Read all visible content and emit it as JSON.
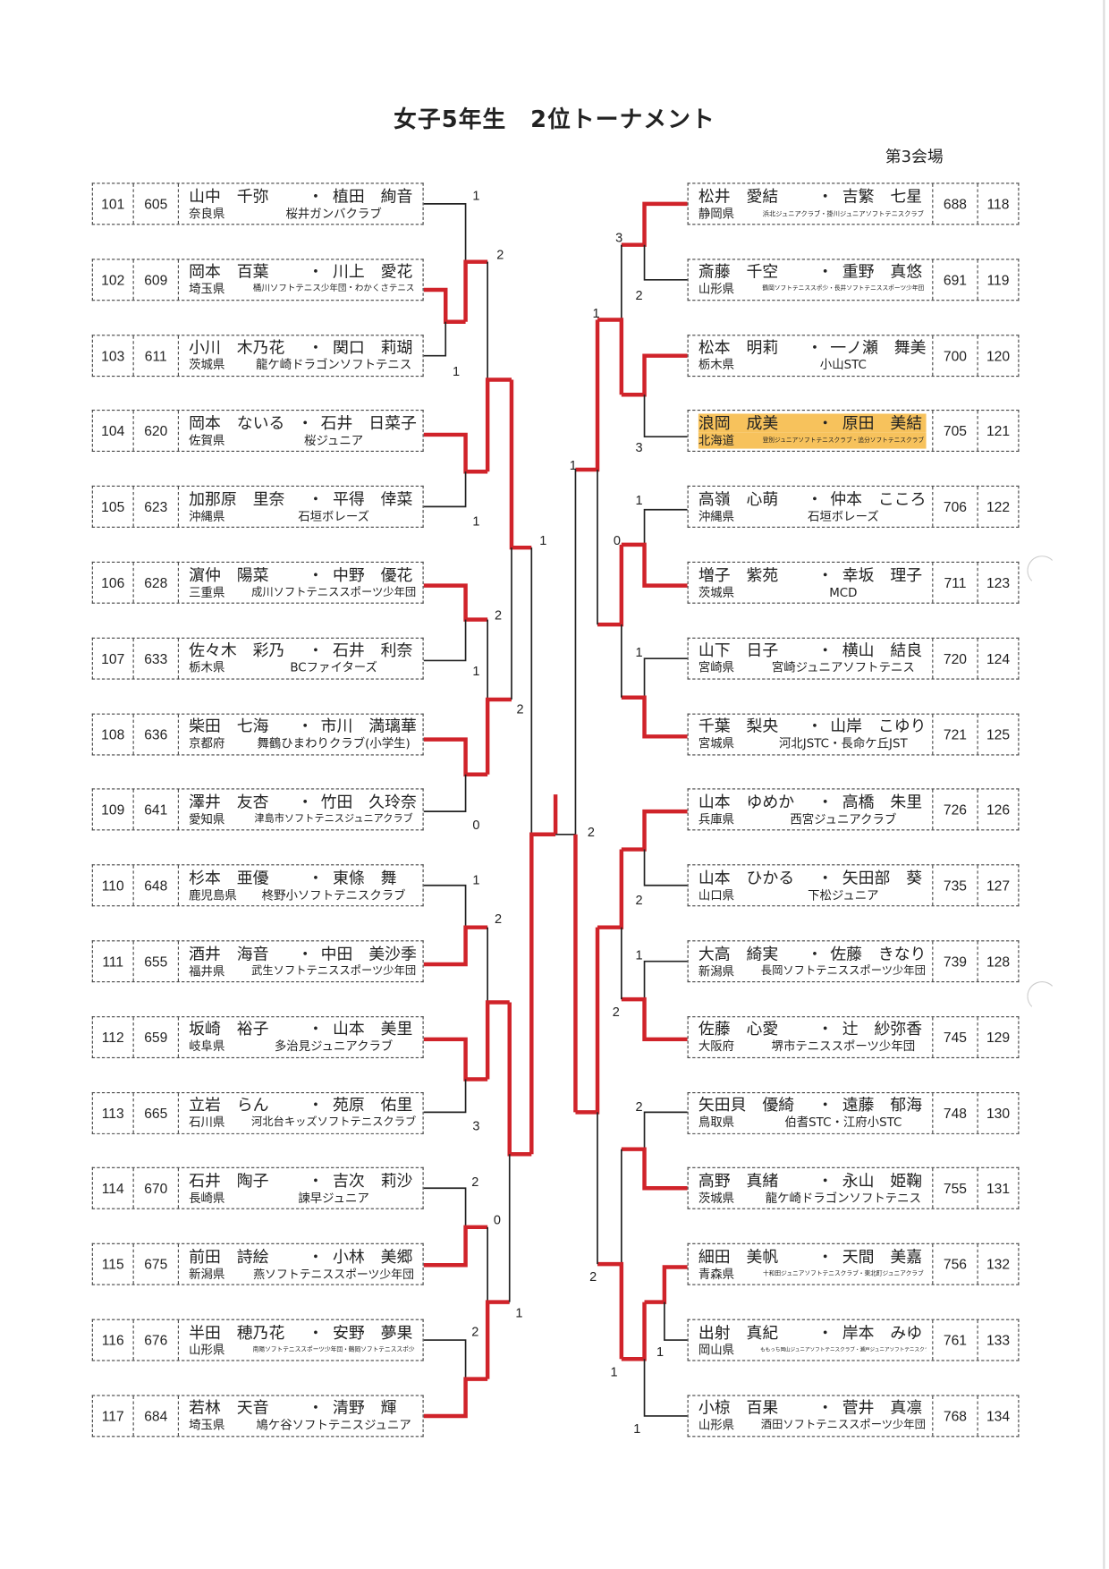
{
  "title": "女子5年生　2位トーナメント",
  "venue": "第3会場",
  "colors": {
    "winner_line": "#d0232a",
    "loser_line": "#222222",
    "highlight": "#f7c25c"
  },
  "left": [
    {
      "seed": "101",
      "num": "605",
      "name1": "山中　千弥",
      "name2": "植田　絢音",
      "pref": "奈良県",
      "club": "桜井ガンバクラブ"
    },
    {
      "seed": "102",
      "num": "609",
      "name1": "岡本　百葉",
      "name2": "川上　愛花",
      "pref": "埼玉県",
      "club": "桶川ソフトテニス少年団・わかくさテニス"
    },
    {
      "seed": "103",
      "num": "611",
      "name1": "小川　木乃花",
      "name2": "関口　莉瑚",
      "pref": "茨城県",
      "club": "龍ケ崎ドラゴンソフトテニス"
    },
    {
      "seed": "104",
      "num": "620",
      "name1": "岡本　ないる",
      "name2": "石井　日菜子",
      "pref": "佐賀県",
      "club": "桜ジュニア"
    },
    {
      "seed": "105",
      "num": "623",
      "name1": "加那原　里奈",
      "name2": "平得　倖菜",
      "pref": "沖縄県",
      "club": "石垣ボレーズ"
    },
    {
      "seed": "106",
      "num": "628",
      "name1": "濵仲　陽菜",
      "name2": "中野　優花",
      "pref": "三重県",
      "club": "成川ソフトテニススポーツ少年団"
    },
    {
      "seed": "107",
      "num": "633",
      "name1": "佐々木　彩乃",
      "name2": "石井　利奈",
      "pref": "栃木県",
      "club": "BCファイターズ"
    },
    {
      "seed": "108",
      "num": "636",
      "name1": "柴田　七海",
      "name2": "市川　満璃華",
      "pref": "京都府",
      "club": "舞鶴ひまわりクラブ(小学生)"
    },
    {
      "seed": "109",
      "num": "641",
      "name1": "澤井　友杏",
      "name2": "竹田　久玲奈",
      "pref": "愛知県",
      "club": "津島市ソフトテニスジュニアクラブ"
    },
    {
      "seed": "110",
      "num": "648",
      "name1": "杉本　亜優",
      "name2": "東條　舞",
      "pref": "鹿児島県",
      "club": "柊野小ソフトテニスクラブ"
    },
    {
      "seed": "111",
      "num": "655",
      "name1": "酒井　海音",
      "name2": "中田　美沙季",
      "pref": "福井県",
      "club": "武生ソフトテニススポーツ少年団"
    },
    {
      "seed": "112",
      "num": "659",
      "name1": "坂崎　裕子",
      "name2": "山本　美里",
      "pref": "岐阜県",
      "club": "多治見ジュニアクラブ"
    },
    {
      "seed": "113",
      "num": "665",
      "name1": "立岩　らん",
      "name2": "苑原　佑里",
      "pref": "石川県",
      "club": "河北台キッズソフトテニスクラブ"
    },
    {
      "seed": "114",
      "num": "670",
      "name1": "石井　陶子",
      "name2": "吉次　莉沙",
      "pref": "長崎県",
      "club": "諫早ジュニア"
    },
    {
      "seed": "115",
      "num": "675",
      "name1": "前田　詩絵",
      "name2": "小林　美郷",
      "pref": "新潟県",
      "club": "燕ソフトテニススポーツ少年団"
    },
    {
      "seed": "116",
      "num": "676",
      "name1": "半田　穂乃花",
      "name2": "安野　夢果",
      "pref": "山形県",
      "club": "南陽ソフトテニススポーツ少年団・鶴岡ソフトテニススポ少"
    },
    {
      "seed": "117",
      "num": "684",
      "name1": "若林　天音",
      "name2": "清野　輝",
      "pref": "埼玉県",
      "club": "鳩ケ谷ソフトテニスジュニア"
    }
  ],
  "right": [
    {
      "seed": "118",
      "num": "688",
      "name1": "松井　愛結",
      "name2": "吉繁　七星",
      "pref": "静岡県",
      "club": "浜北ジュニアクラブ・掛川ジュニアソフトテニスクラブ"
    },
    {
      "seed": "119",
      "num": "691",
      "name1": "斎藤　千空",
      "name2": "重野　真悠",
      "pref": "山形県",
      "club": "鶴岡ソフトテニススポ少・長井ソフトテニススポーツ少年団"
    },
    {
      "seed": "120",
      "num": "700",
      "name1": "松本　明莉",
      "name2": "一ノ瀬　舞美",
      "pref": "栃木県",
      "club": "小山STC"
    },
    {
      "seed": "121",
      "num": "705",
      "name1": "浪岡　成美",
      "name2": "原田　美結",
      "pref": "北海道",
      "club": "登別ジュニアソフトテニスクラブ・追分ソフトテニスクラブ",
      "highlight": true
    },
    {
      "seed": "122",
      "num": "706",
      "name1": "高嶺　心萌",
      "name2": "仲本　こころ",
      "pref": "沖縄県",
      "club": "石垣ボレーズ"
    },
    {
      "seed": "123",
      "num": "711",
      "name1": "増子　紫苑",
      "name2": "幸坂　理子",
      "pref": "茨城県",
      "club": "MCD"
    },
    {
      "seed": "124",
      "num": "720",
      "name1": "山下　日子",
      "name2": "横山　結良",
      "pref": "宮崎県",
      "club": "宮崎ジュニアソフトテニス"
    },
    {
      "seed": "125",
      "num": "721",
      "name1": "千葉　梨央",
      "name2": "山岸　こゆり",
      "pref": "宮城県",
      "club": "河北JSTC・長命ケ丘JST"
    },
    {
      "seed": "126",
      "num": "726",
      "name1": "山本　ゆめか",
      "name2": "高橋　朱里",
      "pref": "兵庫県",
      "club": "西宮ジュニアクラブ"
    },
    {
      "seed": "127",
      "num": "735",
      "name1": "山本　ひかる",
      "name2": "矢田部　葵",
      "pref": "山口県",
      "club": "下松ジュニア"
    },
    {
      "seed": "128",
      "num": "739",
      "name1": "大高　綺実",
      "name2": "佐藤　きなり",
      "pref": "新潟県",
      "club": "長岡ソフトテニススポーツ少年団"
    },
    {
      "seed": "129",
      "num": "745",
      "name1": "佐藤　心愛",
      "name2": "辻　紗弥香",
      "pref": "大阪府",
      "club": "堺市テニススポーツ少年団"
    },
    {
      "seed": "130",
      "num": "748",
      "name1": "矢田貝　優綺",
      "name2": "遠藤　郁海",
      "pref": "鳥取県",
      "club": "伯耆STC・江府小STC"
    },
    {
      "seed": "131",
      "num": "755",
      "name1": "高野　真緒",
      "name2": "永山　姫鞠",
      "pref": "茨城県",
      "club": "龍ケ崎ドラゴンソフトテニス"
    },
    {
      "seed": "132",
      "num": "756",
      "name1": "細田　美帆",
      "name2": "天間　美嘉",
      "pref": "青森県",
      "club": "十和田ジュニアソフトテニスクラブ・東北町ジュニアクラブ"
    },
    {
      "seed": "133",
      "num": "761",
      "name1": "出射　真紀",
      "name2": "岸本　みゆ",
      "pref": "岡山県",
      "club": "ももっち岡山ジュニアソフトテニスクラブ・瀬戸ジュニアソフトテニスクラブ"
    },
    {
      "seed": "134",
      "num": "768",
      "name1": "小椋　百果",
      "name2": "菅井　真凛",
      "pref": "山形県",
      "club": "酒田ソフトテニススポーツ少年団"
    }
  ],
  "scores": [
    "1",
    "2",
    "1",
    "1",
    "1",
    "2",
    "1",
    "2",
    "0",
    "1",
    "2",
    "3",
    "2",
    "0",
    "2",
    "1",
    "3",
    "2",
    "1",
    "3",
    "1",
    "1",
    "0",
    "1",
    "2",
    "2",
    "1",
    "2",
    "2",
    "2",
    "1",
    "1",
    "1"
  ]
}
